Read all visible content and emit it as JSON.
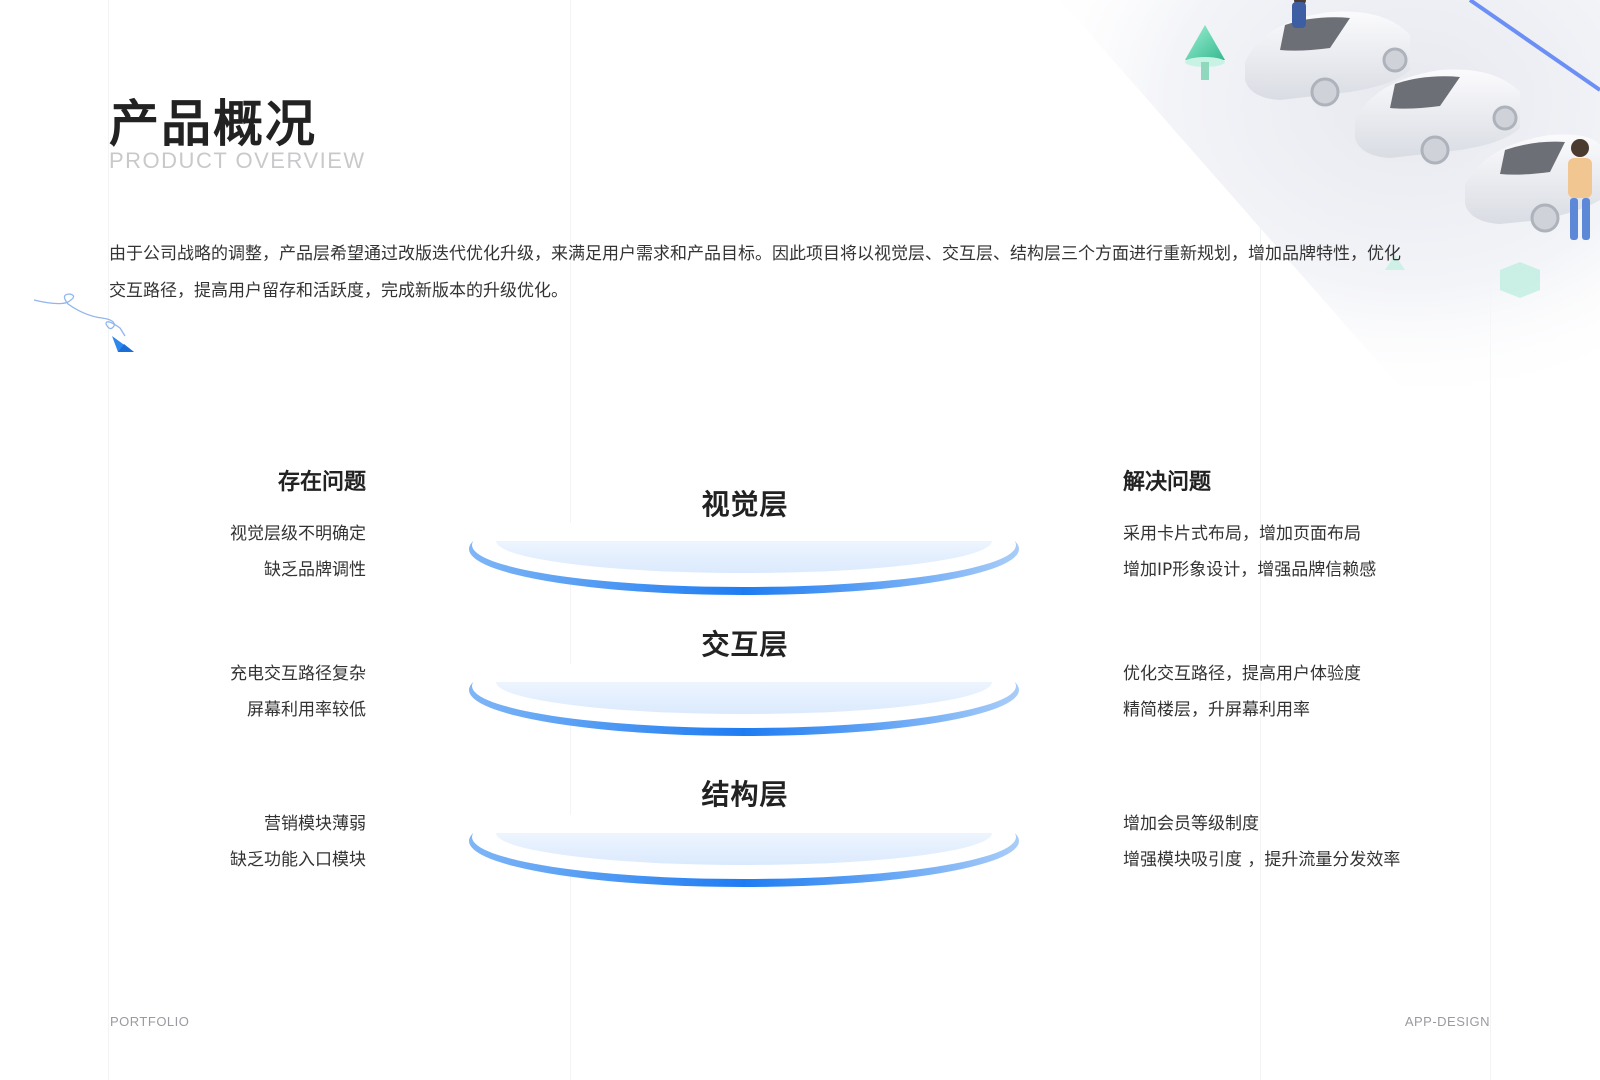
{
  "header": {
    "title": "产品概况",
    "subtitle": "PRODUCT OVERVIEW"
  },
  "intro": {
    "line1": "由于公司战略的调整，产品层希望通过改版迭代优化升级，来满足用户需求和产品目标。因此项目将以视觉层、交互层、结构层三个方面进行重新规划，增加品牌特性，优化",
    "line2": "交互路径，提高用户留存和活跃度，完成新版本的升级优化。"
  },
  "columns": {
    "left_heading": "存在问题",
    "right_heading": "解决问题"
  },
  "layers": [
    {
      "title": "视觉层",
      "issues": [
        "视觉层级不明确定",
        "缺乏品牌调性"
      ],
      "solutions": [
        "采用卡片式布局，增加页面布局",
        "增加IP形象设计，增强品牌信赖感"
      ]
    },
    {
      "title": "交互层",
      "issues": [
        "充电交互路径复杂",
        "屏幕利用率较低"
      ],
      "solutions": [
        "优化交互路径，提高用户体验度",
        "精简楼层，升屏幕利用率"
      ]
    },
    {
      "title": "结构层",
      "issues": [
        "营销模块薄弱",
        "缺乏功能入口模块"
      ],
      "solutions": [
        "增加会员等级制度",
        "增强模块吸引度 ，提升流量分发效率"
      ]
    }
  ],
  "footer": {
    "left": "PORTFOLIO",
    "right": "APP-DESIGN"
  },
  "colors": {
    "accent_blue": "#1e7cf2",
    "disc_light": "#e3efff",
    "title": "#222222",
    "subtitle": "#c9c9cc"
  }
}
